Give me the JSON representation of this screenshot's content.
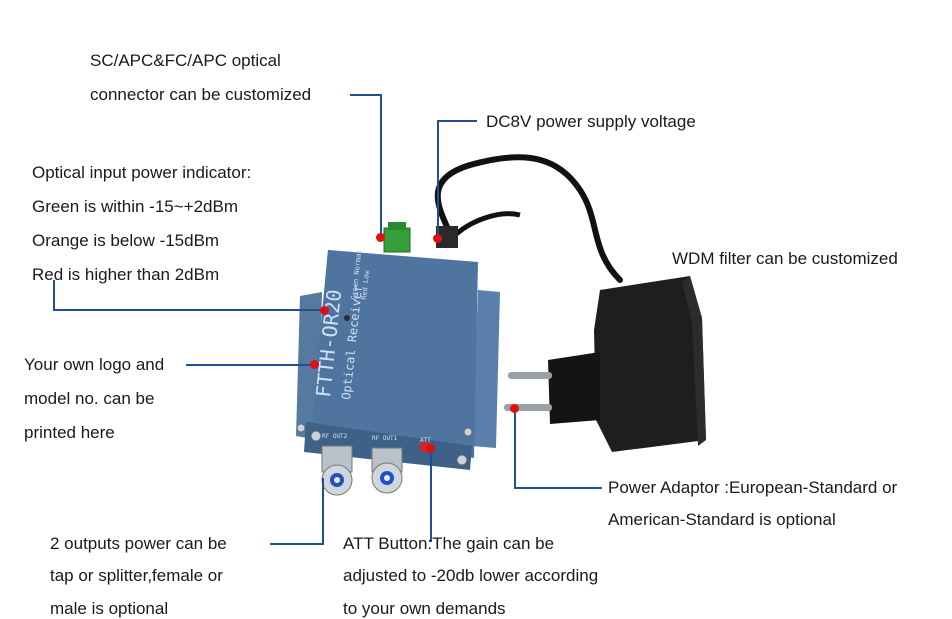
{
  "callouts": {
    "connector": [
      "SC/APC&FC/APC optical",
      "connector can be customized"
    ],
    "power_voltage": "DC8V power supply voltage",
    "indicator": [
      "Optical input power indicator:",
      "Green is within -15~+2dBm",
      "Orange is below -15dBm",
      "Red is higher than 2dBm"
    ],
    "wdm": "WDM filter can be customized",
    "logo": [
      "Your own logo and",
      "model no. can be",
      "printed here"
    ],
    "adaptor": [
      "Power Adaptor :European-Standard or",
      "American-Standard is optional"
    ],
    "outputs": [
      "2 outputs power can be",
      "tap or splitter,female or",
      "male is optional"
    ],
    "att": [
      "ATT Button:The gain can be",
      "adjusted to -20db lower according",
      "to your own demands"
    ]
  },
  "device": {
    "model": "FTTH-OR20",
    "name": "Optical Receiver",
    "led_labels": [
      "Green Normal",
      "Red Low"
    ],
    "port_labels": [
      "RF OUT2",
      "RF OUT1",
      "ATT"
    ]
  },
  "colors": {
    "leader_line": "#1f4f96",
    "marker_dot": "#e01010",
    "device_body": "#4a6f9a",
    "adaptor": "#1e1e1e"
  }
}
